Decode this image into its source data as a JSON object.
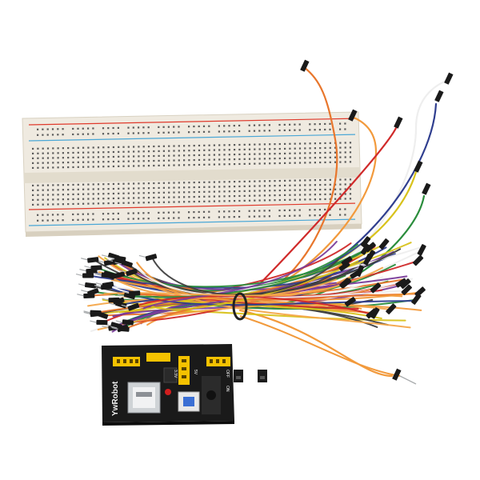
{
  "photo": {
    "subject": "",
    "background_color": "#ffffff"
  },
  "breadboard": {
    "body_color": "#efeae0",
    "rail_red": "#e03a2c",
    "rail_blue": "#4aa7d6",
    "hole_color": "#5a5a5a"
  },
  "power_module": {
    "brand_label": "YwRobot",
    "voltage_labels": [
      "3.3V",
      "5V",
      "OFF",
      "ON"
    ],
    "board_color": "#1a1a1a",
    "header_color": "#f5c200",
    "usb_port_color": "#cfd3d6",
    "button_color": "#3b6fd4",
    "led_color": "#d21e1e"
  },
  "jumper_caps": {
    "count": 2,
    "color": "#1c1c1c"
  },
  "wires": {
    "colors": [
      "#e8762c",
      "#f29a3c",
      "#2f3e8f",
      "#eeeeee",
      "#2a8d3c",
      "#d8c21b",
      "#d02a2a",
      "#7a3c9a",
      "#3f3f3f",
      "#f4a64a"
    ]
  }
}
